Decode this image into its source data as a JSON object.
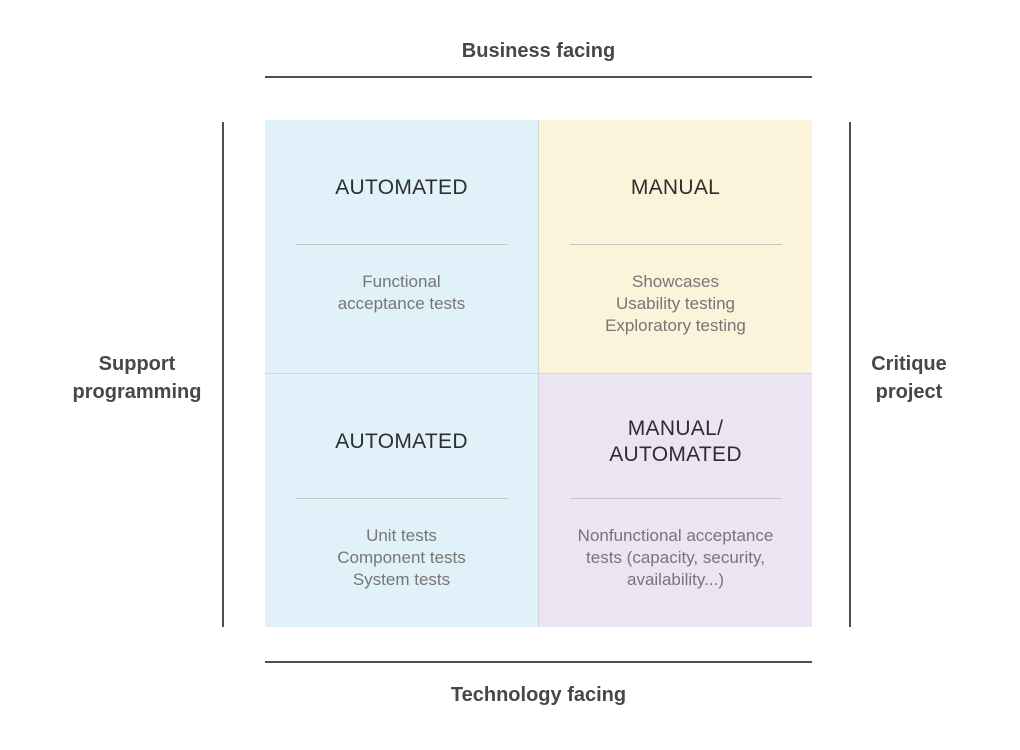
{
  "diagram": {
    "title_top": "Business facing",
    "title_bottom": "Technology facing",
    "label_left": "Support\nprogramming",
    "label_right": "Critique\nproject"
  },
  "quadrants": {
    "top_left": {
      "heading": "AUTOMATED",
      "body": "Functional\nacceptance tests"
    },
    "top_right": {
      "heading": "MANUAL",
      "body": "Showcases\nUsability testing\nExploratory testing"
    },
    "bottom_left": {
      "heading": "AUTOMATED",
      "body": "Unit tests\nComponent tests\nSystem tests"
    },
    "bottom_right": {
      "heading": "MANUAL/\nAUTOMATED",
      "body": "Nonfunctional acceptance\ntests (capacity, security,\navailability...)"
    }
  },
  "colors": {
    "quadrant_blue": "#e1f1f9",
    "quadrant_yellow": "#fbf4db",
    "quadrant_purple": "#ebe4f3",
    "axis_line": "#4f4f4f",
    "axis_text": "#474747",
    "heading_text": "#2e2e2e",
    "body_text": "#767676"
  }
}
